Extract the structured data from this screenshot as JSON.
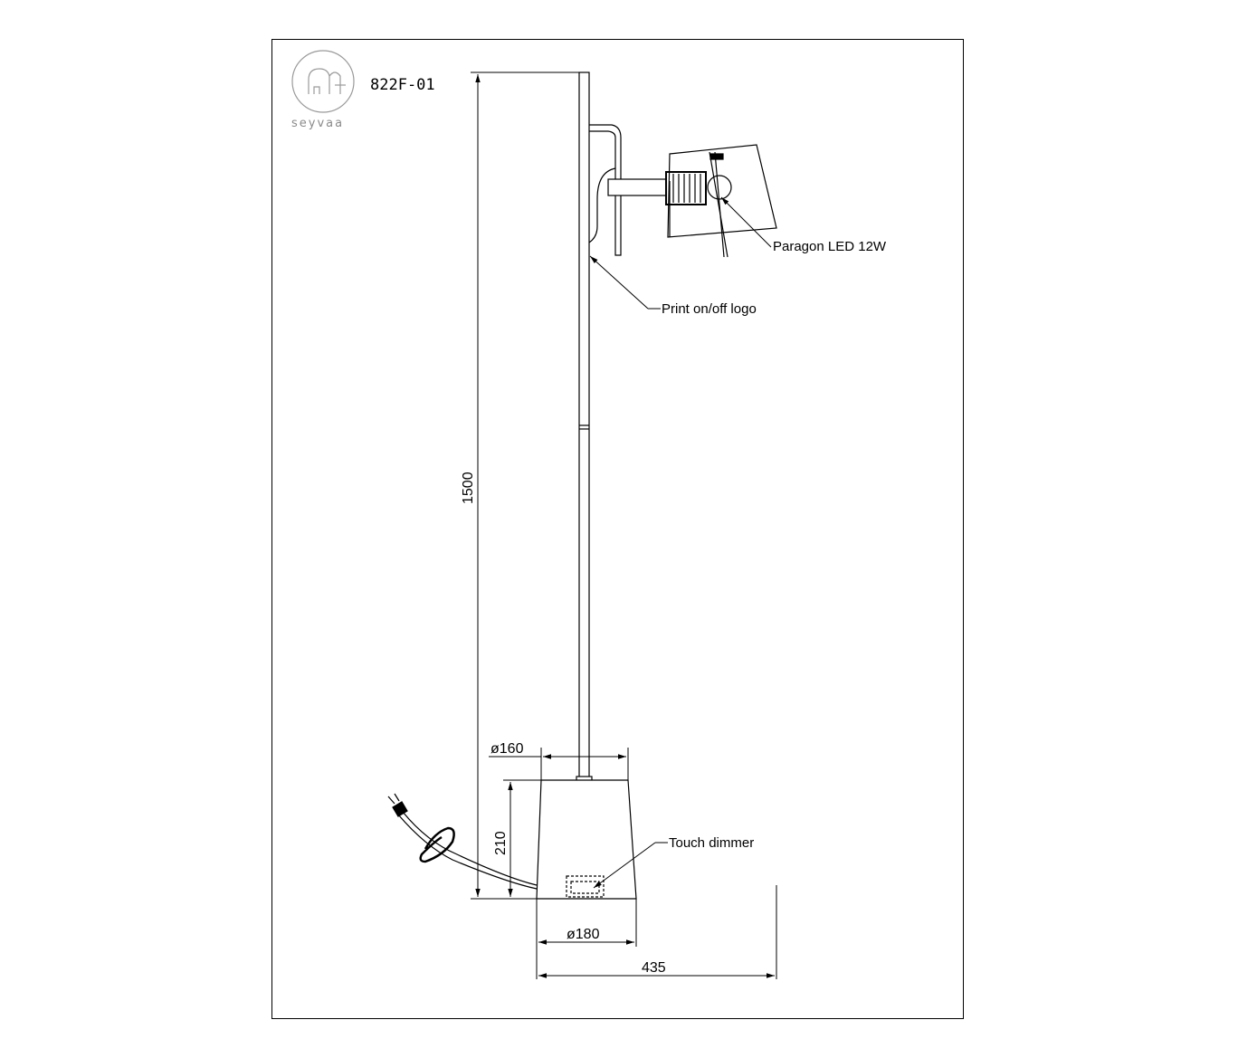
{
  "brand": {
    "name": "seyvaa",
    "logo_icon": "elephant-logo-icon"
  },
  "model_code": "822F-01",
  "callouts": {
    "bulb": "Paragon LED 12W",
    "switch_logo": "Print on/off logo",
    "dimmer": "Touch dimmer"
  },
  "dimensions": {
    "height": "1500",
    "top_diameter": "ø160",
    "base_height": "210",
    "bottom_diameter": "ø180",
    "width": "435"
  },
  "colors": {
    "line": "#000000",
    "logo": "#9a9a9a"
  }
}
